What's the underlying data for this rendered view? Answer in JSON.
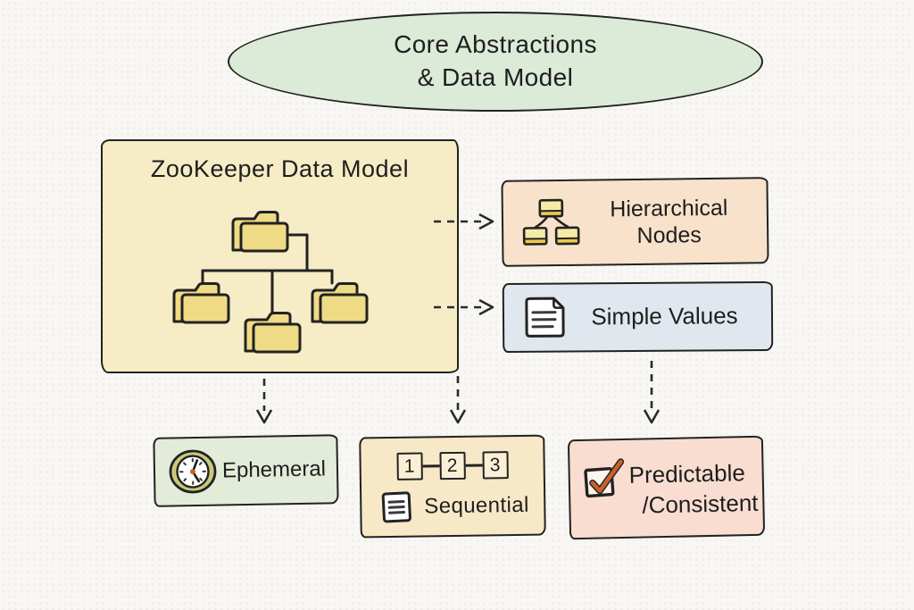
{
  "header": {
    "line1": "Core Abstractions",
    "line2": "& Data Model"
  },
  "zk_box": {
    "title": "ZooKeeper Data Model",
    "icon": "folder-tree-icon"
  },
  "hierarchical": {
    "line1": "Hierarchical",
    "line2": "Nodes",
    "icon": "cluster-nodes-icon"
  },
  "simple_values": {
    "label": "Simple Values",
    "icon": "document-icon"
  },
  "ephemeral": {
    "label": "Ephemeral",
    "icon": "clock-icon"
  },
  "sequential": {
    "label": "Sequential",
    "steps": [
      "1",
      "2",
      "3"
    ],
    "icon": "document-icon"
  },
  "predictable": {
    "line1": "Predictable",
    "line2": "/Consistent",
    "icon": "checkbox-check-icon"
  },
  "colors": {
    "background": "#f8f7f4",
    "stroke": "#222222",
    "header_fill": "#dcead8",
    "zk_box_fill": "#f6ecc5",
    "folder_fill": "#efdb85",
    "hierarchical_fill": "#f8e2cb",
    "simple_values_fill": "#e1e7ee",
    "ephemeral_fill": "#e2ecd9",
    "sequential_fill": "#f7e8c7",
    "seq_square_fill": "#faf0d6",
    "predictable_fill": "#f8ddd0",
    "node_top_fill": "#f6eba6",
    "node_stripe_fill": "#e9c94e",
    "clock_ring_fill": "#c9c97d",
    "check_orange": "#cd5f28",
    "arrow_color": "#2a2a2a"
  }
}
